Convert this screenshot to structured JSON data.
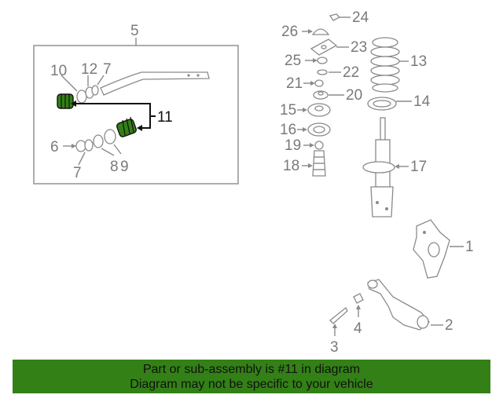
{
  "callouts": {
    "c1": "1",
    "c2": "2",
    "c3": "3",
    "c4": "4",
    "c5": "5",
    "c6": "6",
    "c7a": "7",
    "c7b": "7",
    "c8": "8",
    "c9": "9",
    "c10": "10",
    "c11": "11",
    "c12": "12",
    "c13": "13",
    "c14": "14",
    "c15": "15",
    "c16": "16",
    "c17": "17",
    "c18": "18",
    "c19": "19",
    "c20": "20",
    "c21": "21",
    "c22": "22",
    "c23": "23",
    "c24": "24",
    "c25": "25",
    "c26": "26"
  },
  "highlight_color": "#338017",
  "banner": {
    "line1": "Part or sub-assembly is #11 in diagram",
    "line2": "Diagram may not be specific to your vehicle"
  }
}
